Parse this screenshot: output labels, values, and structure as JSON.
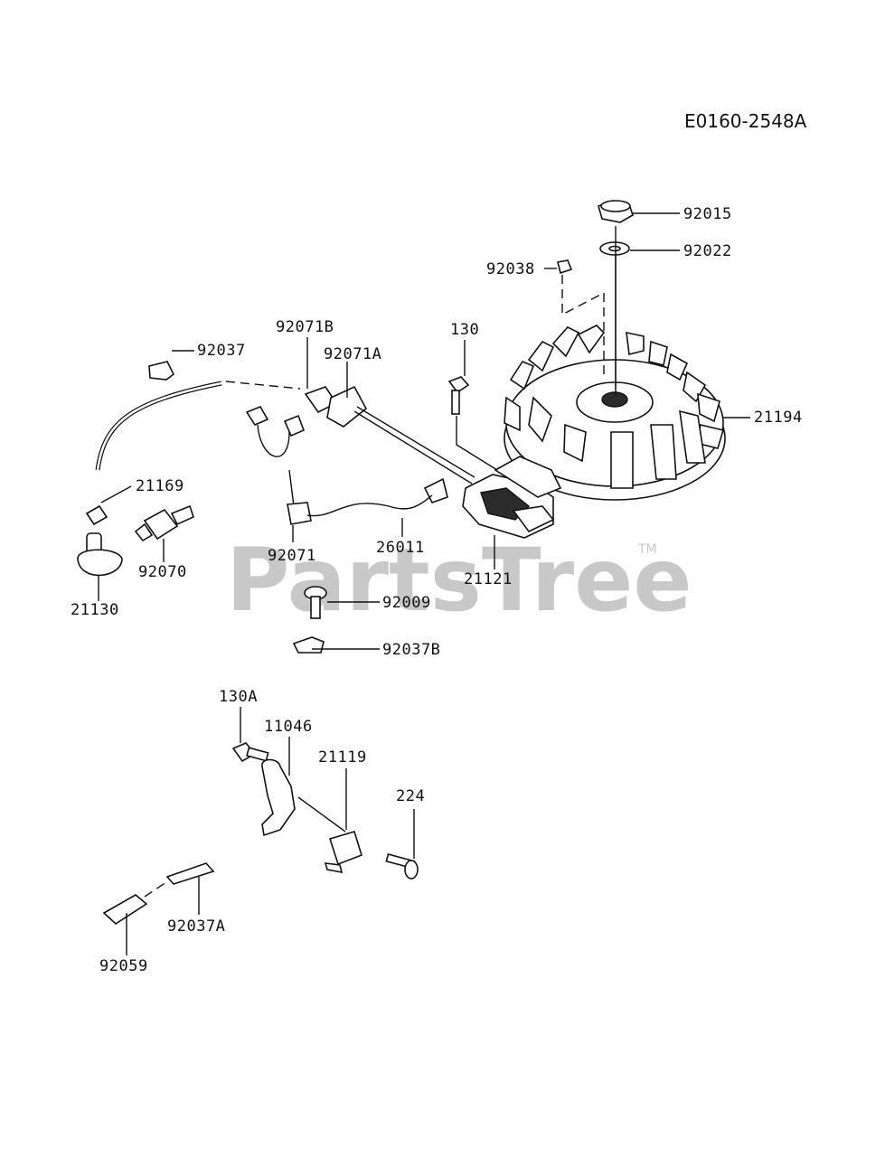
{
  "diagram": {
    "document_id": "E0160-2548A",
    "watermark": "PartsTree",
    "watermark_tm": "TM",
    "callouts": [
      {
        "id": "p92015",
        "label": "92015"
      },
      {
        "id": "p92022",
        "label": "92022"
      },
      {
        "id": "p92038",
        "label": "92038"
      },
      {
        "id": "p130",
        "label": "130"
      },
      {
        "id": "p92071B",
        "label": "92071B"
      },
      {
        "id": "p92071A",
        "label": "92071A"
      },
      {
        "id": "p92037",
        "label": "92037"
      },
      {
        "id": "p21194",
        "label": "21194"
      },
      {
        "id": "p21169",
        "label": "21169"
      },
      {
        "id": "p92070",
        "label": "92070"
      },
      {
        "id": "p21130",
        "label": "21130"
      },
      {
        "id": "p92071",
        "label": "92071"
      },
      {
        "id": "p26011",
        "label": "26011"
      },
      {
        "id": "p21121",
        "label": "21121"
      },
      {
        "id": "p92009",
        "label": "92009"
      },
      {
        "id": "p92037B",
        "label": "92037B"
      },
      {
        "id": "p130A",
        "label": "130A"
      },
      {
        "id": "p11046",
        "label": "11046"
      },
      {
        "id": "p21119",
        "label": "21119"
      },
      {
        "id": "p224",
        "label": "224"
      },
      {
        "id": "p92037A",
        "label": "92037A"
      },
      {
        "id": "p92059",
        "label": "92059"
      }
    ]
  }
}
